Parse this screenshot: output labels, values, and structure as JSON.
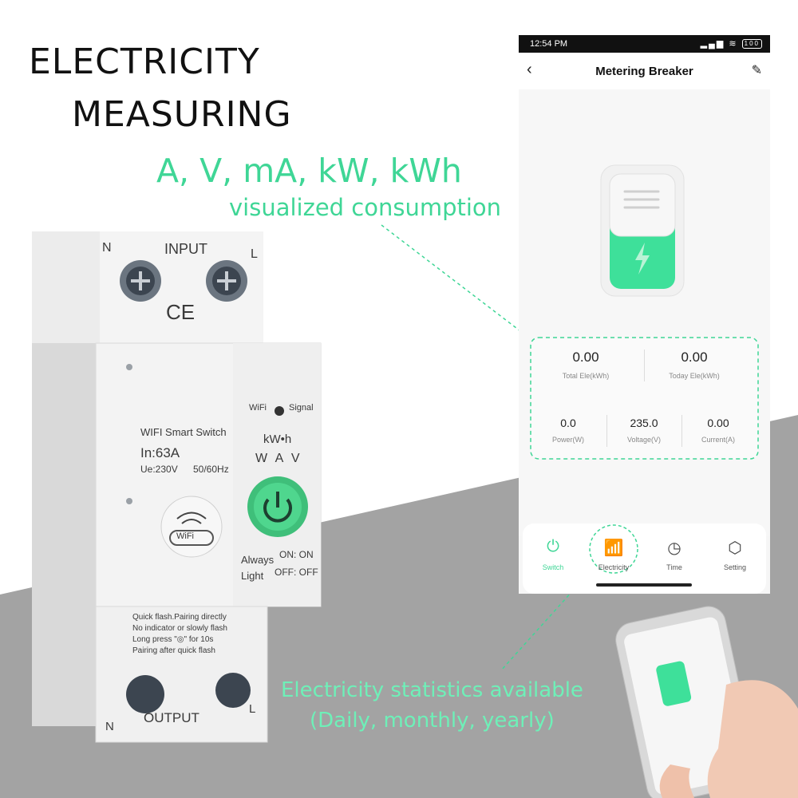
{
  "headline": {
    "line1": "ELECTRICITY",
    "line2": "MEASURING",
    "units": "A, V, mA, kW, kWh",
    "subtitle": "visualized consumption",
    "stats_line1": "Electricity statistics available",
    "stats_line2": "(Daily, monthly, yearly)"
  },
  "colors": {
    "accent": "#3fd696",
    "accent_light": "#6ef0b8",
    "gray_bg": "#a3a3a3"
  },
  "breaker": {
    "input_label": "INPUT",
    "output_label": "OUTPUT",
    "n_label": "N",
    "l_label": "L",
    "ce_mark": "CE",
    "wifi_label": "WiFi",
    "signal_label": "Signal",
    "model": "WIFI Smart Switch",
    "rating": "In:63A",
    "voltage": "Ue:230V",
    "frequency": "50/60Hz",
    "kwh": "kW•h",
    "wav": "W A V",
    "wifi_badge": "WiFi",
    "always_light": "Always",
    "light_word": "Light",
    "on_on": "ON: ON",
    "off_off": "OFF: OFF",
    "instr_line1": "Quick flash.Pairing directly",
    "instr_line2": "No indicator or slowly flash",
    "instr_line3": "Long press \"◎\" for 10s",
    "instr_line4": "Pairing after quick flash"
  },
  "phone": {
    "status_time": "12:54 PM",
    "battery": "100",
    "title": "Metering Breaker",
    "back_icon": "chevron-left-icon",
    "edit_icon": "pencil-icon",
    "metrics": {
      "total_ele_value": "0.00",
      "total_ele_label": "Total Ele(kWh)",
      "today_ele_value": "0.00",
      "today_ele_label": "Today Ele(kWh)",
      "power_value": "0.0",
      "power_label": "Power(W)",
      "voltage_value": "235.0",
      "voltage_label": "Voltage(V)",
      "current_value": "0.00",
      "current_label": "Current(A)"
    },
    "tabs": [
      {
        "label": "Switch",
        "icon": "power-icon",
        "active": true
      },
      {
        "label": "Electricity",
        "icon": "bar-chart-icon",
        "active": false
      },
      {
        "label": "Time",
        "icon": "clock-icon",
        "active": false
      },
      {
        "label": "Setting",
        "icon": "hexagon-gear-icon",
        "active": false
      }
    ]
  }
}
